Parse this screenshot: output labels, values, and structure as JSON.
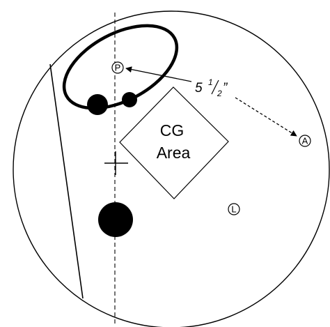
{
  "cg_area": {
    "line1": "CG",
    "line2": "Area"
  },
  "markers": {
    "p": "P",
    "a": "A",
    "l": "L"
  },
  "dimension": {
    "whole": "5",
    "numerator": "1",
    "denominator": "2",
    "inch_mark": "”"
  },
  "colors": {
    "ink": "#000000",
    "paper": "#ffffff"
  },
  "icons": {
    "crosshair": "crosshair-icon",
    "arrow": "arrowhead-icon"
  }
}
